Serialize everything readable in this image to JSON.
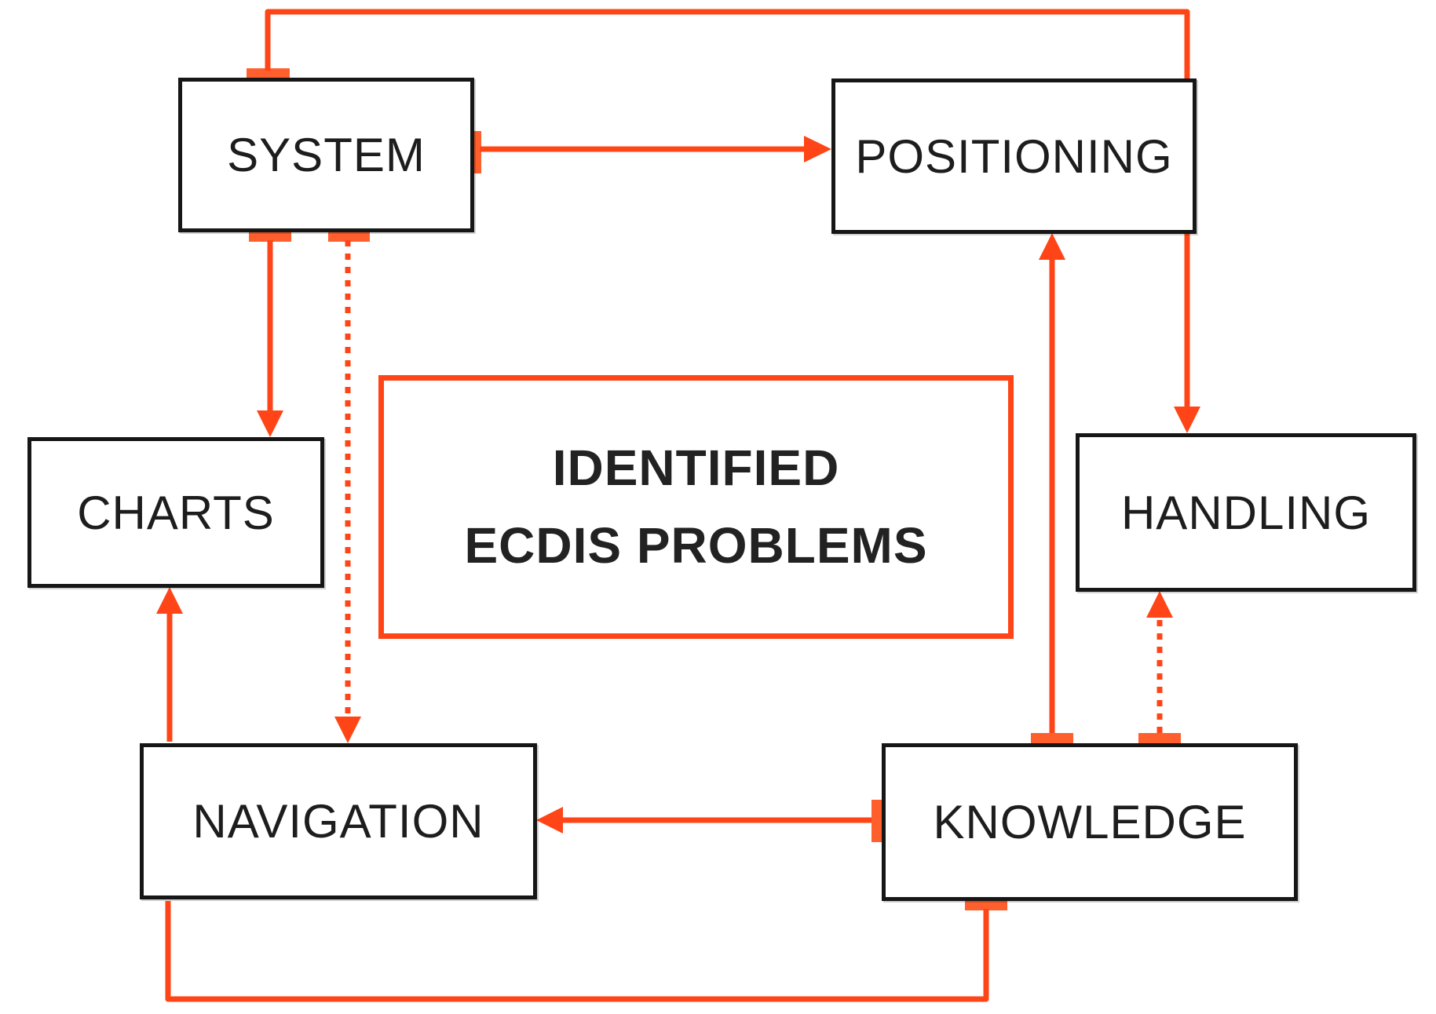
{
  "title": "Identified ECDIS problems diagram",
  "colors": {
    "accent_orange": "#ff4517",
    "connector_tab_orange": "#ff5f2d",
    "box_border_black": "#161616",
    "text_black": "#1d1d1d",
    "background": "#ffffff"
  },
  "nodes": {
    "system": {
      "label": "SYSTEM"
    },
    "positioning": {
      "label": "POSITIONING"
    },
    "charts": {
      "label": "CHARTS"
    },
    "handling": {
      "label": "HANDLING"
    },
    "navigation": {
      "label": "NAVIGATION"
    },
    "knowledge": {
      "label": "KNOWLEDGE"
    }
  },
  "center_box": {
    "line1": "IDENTIFIED",
    "line2": "ECDIS PROBLEMS"
  },
  "edges": [
    {
      "from": "system",
      "to": "positioning",
      "style": "solid",
      "route": "direct-horizontal",
      "end": "arrowhead"
    },
    {
      "from": "system",
      "to": "positioning",
      "style": "solid",
      "route": "over-top-loop",
      "end": "blunt"
    },
    {
      "from": "positioning",
      "to": "handling",
      "style": "solid",
      "route": "vertical-down",
      "end": "arrowhead"
    },
    {
      "from": "system",
      "to": "charts",
      "style": "solid",
      "route": "vertical-down",
      "end": "arrowhead"
    },
    {
      "from": "system",
      "to": "navigation",
      "style": "dotted",
      "route": "vertical-down",
      "end": "arrowhead"
    },
    {
      "from": "knowledge",
      "to": "positioning",
      "style": "solid",
      "route": "vertical-up",
      "end": "arrowhead"
    },
    {
      "from": "knowledge",
      "to": "handling",
      "style": "dotted",
      "route": "vertical-up",
      "end": "arrowhead"
    },
    {
      "from": "knowledge",
      "to": "navigation",
      "style": "solid",
      "route": "direct-horizontal",
      "end": "arrowhead"
    },
    {
      "from": "knowledge",
      "to": "navigation",
      "style": "solid",
      "route": "under-bottom-loop",
      "end": "blunt"
    },
    {
      "from": "navigation",
      "to": "charts",
      "style": "solid",
      "route": "vertical-up",
      "end": "arrowhead"
    }
  ]
}
